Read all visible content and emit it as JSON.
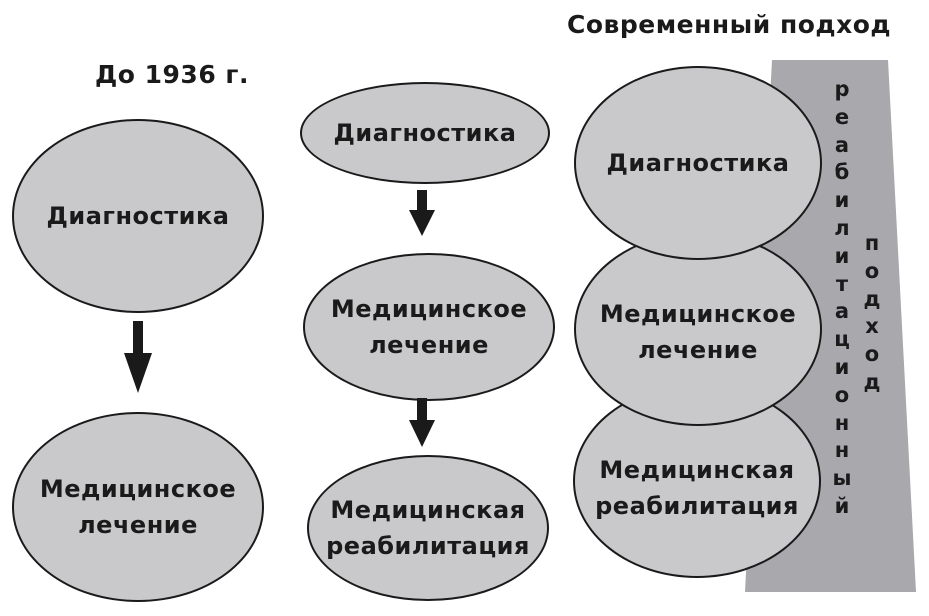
{
  "headings": {
    "before": "До 1936 г.",
    "modern": "Современный подход"
  },
  "columns": [
    {
      "nodes": [
        {
          "lines": [
            "Диагностика"
          ]
        },
        {
          "lines": [
            "Медицинское",
            "лечение"
          ]
        }
      ]
    },
    {
      "nodes": [
        {
          "lines": [
            "Диагностика"
          ]
        },
        {
          "lines": [
            "Медицинское",
            "лечение"
          ]
        },
        {
          "lines": [
            "Медицинская",
            "реабилитация"
          ]
        }
      ]
    },
    {
      "nodes": [
        {
          "lines": [
            "Диагностика"
          ]
        },
        {
          "lines": [
            "Медицинское",
            "лечение"
          ]
        },
        {
          "lines": [
            "Медицинская",
            "реабилитация"
          ]
        }
      ]
    }
  ],
  "banner": {
    "word1": "реабилитационный",
    "word2": "подход"
  },
  "colors": {
    "node_fill": "#c9c9cc",
    "banner_fill": "#a8a8ad",
    "stroke": "#1a1a1a"
  }
}
